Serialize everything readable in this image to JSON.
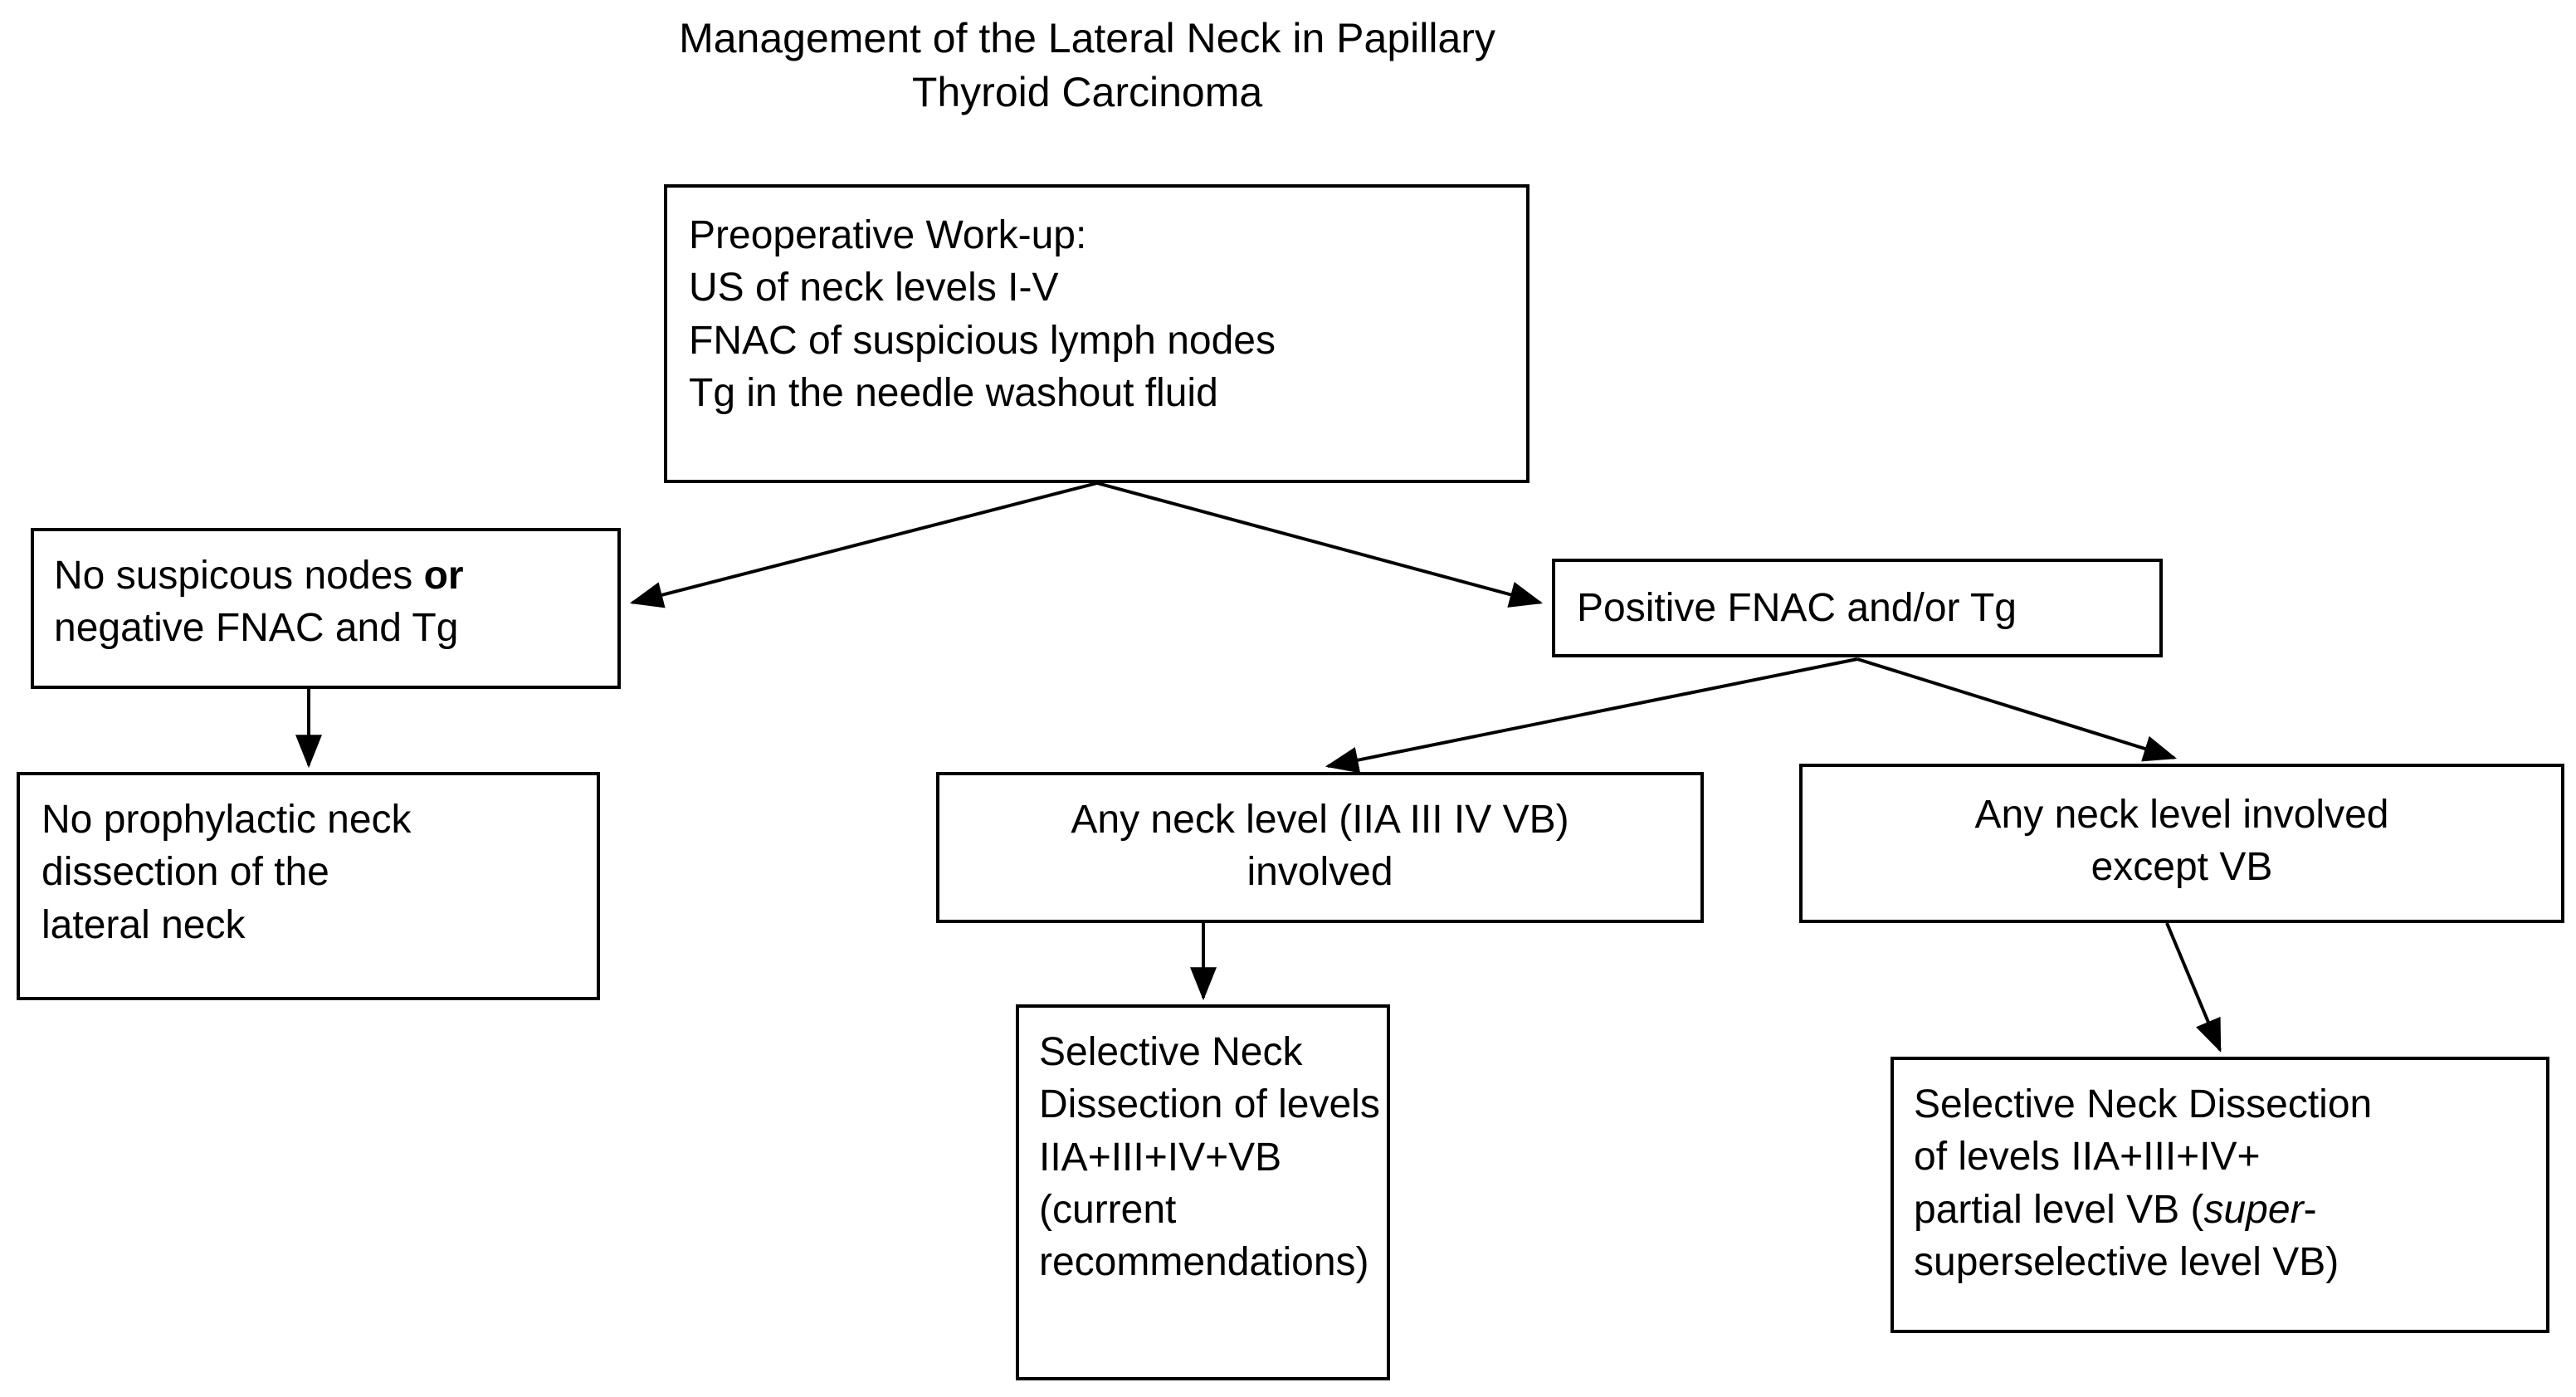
{
  "diagram": {
    "title": "Management of the Lateral Neck in Papillary\nThyroid Carcinoma",
    "background_color": "#ffffff",
    "line_color": "#000000",
    "box_border_color": "#000000",
    "text_color": "#000000"
  },
  "nodes": {
    "preoperative_workup": {
      "id": "preoperative-workup",
      "text": "Preoperative Work-up:\nUS of neck levels I-V\nFNAC of suspicious lymph nodes\nTg in the needle washout fluid",
      "lines": [
        "Preoperative Work-up:",
        "US of neck levels I-V",
        "FNAC of suspicious lymph nodes",
        "Tg in the needle washout fluid"
      ],
      "align": "left"
    },
    "no_suspicious_nodes": {
      "id": "no-suspicious-nodes",
      "line1_prefix": "No suspicous nodes ",
      "line1_bold": "or",
      "line2": "negative FNAC and Tg",
      "align": "left"
    },
    "positive_fnac": {
      "id": "positive-fnac",
      "text": "Positive FNAC and/or Tg",
      "align": "left"
    },
    "no_prophylactic_dissection": {
      "id": "no-prophylactic-dissection",
      "text": "No prophylactic neck\ndissection of the\nlateral neck",
      "lines": [
        "No prophylactic neck",
        "dissection of the",
        "lateral neck"
      ],
      "align": "left"
    },
    "any_level_involved": {
      "id": "any-neck-level-involved",
      "text": "Any neck level (IIA III IV VB)\ninvolved",
      "lines": [
        "Any neck level (IIA III IV VB)",
        "involved"
      ],
      "align": "center"
    },
    "any_level_except_vb": {
      "id": "any-neck-level-except-vb",
      "text": "Any neck level involved\nexcept VB",
      "lines": [
        "Any neck level involved",
        "except VB"
      ],
      "align": "center"
    },
    "snd_current": {
      "id": "selective-neck-dissection-current",
      "text": "Selective Neck\nDissection of levels\nIIA+III+IV+VB\n(current\nrecommendations)",
      "lines": [
        "Selective Neck",
        "Dissection of levels",
        "IIA+III+IV+VB",
        "(current",
        "recommendations)"
      ],
      "align": "left"
    },
    "snd_superselective": {
      "id": "selective-neck-dissection-superselective",
      "part1": "Selective Neck Dissection\nof levels IIA+III+IV+\npartial level VB (",
      "italic": "super",
      "part2": "-\nsuperselective level VB)",
      "align": "left"
    }
  },
  "edges": [
    {
      "id": "preop-to-no-suspicious",
      "from": "preoperative-workup",
      "to": "no-suspicious-nodes",
      "style": "arrow"
    },
    {
      "id": "preop-to-positive",
      "from": "preoperative-workup",
      "to": "positive-fnac",
      "style": "arrow"
    },
    {
      "id": "no-suspicious-to-no-prophylactic",
      "from": "no-suspicious-nodes",
      "to": "no-prophylactic-dissection",
      "style": "arrow"
    },
    {
      "id": "positive-to-any-level",
      "from": "positive-fnac",
      "to": "any-neck-level-involved",
      "style": "arrow"
    },
    {
      "id": "positive-to-any-level-except-vb",
      "from": "positive-fnac",
      "to": "any-neck-level-except-vb",
      "style": "arrow"
    },
    {
      "id": "any-level-to-snd-current",
      "from": "any-neck-level-involved",
      "to": "selective-neck-dissection-current",
      "style": "arrow"
    },
    {
      "id": "any-level-except-to-snd-super",
      "from": "any-neck-level-except-vb",
      "to": "selective-neck-dissection-superselective",
      "style": "arrow"
    }
  ]
}
